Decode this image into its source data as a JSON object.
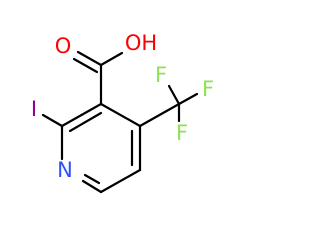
{
  "molecule": {
    "atoms": {
      "carbonyl_oxygen": "O",
      "hydroxyl": "OH",
      "iodine": "I",
      "nitrogen": "N",
      "fluorine_upper": "F",
      "fluorine_right": "F",
      "fluorine_lower": "F"
    },
    "colors": {
      "bond": "#000000",
      "oxygen": "#ff0000",
      "nitrogen": "#3050f8",
      "iodine": "#940094",
      "fluorine": "#90e050"
    }
  }
}
